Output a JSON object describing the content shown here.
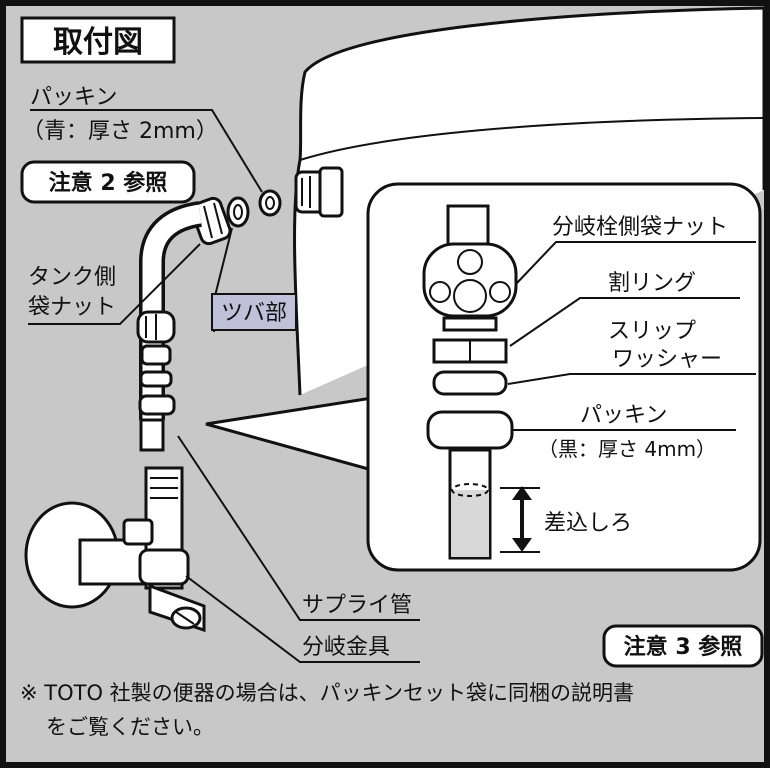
{
  "title": "取付図",
  "labels": {
    "packing_top_1": "パッキン",
    "packing_top_2": "（青：厚さ 2mm）",
    "note2": "注意 2 参照",
    "tank_nut_1": "タンク側",
    "tank_nut_2": "袋ナット",
    "flange": "ツバ部",
    "supply_pipe": "サプライ管",
    "branch_fitting": "分岐金具",
    "note3": "注意 3 参照"
  },
  "inset": {
    "branch_nut": "分岐栓側袋ナット",
    "split_ring": "割リング",
    "slip_washer_1": "スリップ",
    "slip_washer_2": "ワッシャー",
    "packing_1": "パッキン",
    "packing_2": "（黒：厚さ 4mm）",
    "insertion": "差込しろ"
  },
  "footnote": {
    "line1": "※ TOTO 社製の便器の場合は、パッキンセット袋に同梱の説明書",
    "line2": "をご覧ください。"
  },
  "colors": {
    "background": "#c8c8c8",
    "panel": "#ffffff",
    "line": "#111111",
    "water": "#d8d8d8",
    "flange_highlight": "#c0c0d8"
  }
}
